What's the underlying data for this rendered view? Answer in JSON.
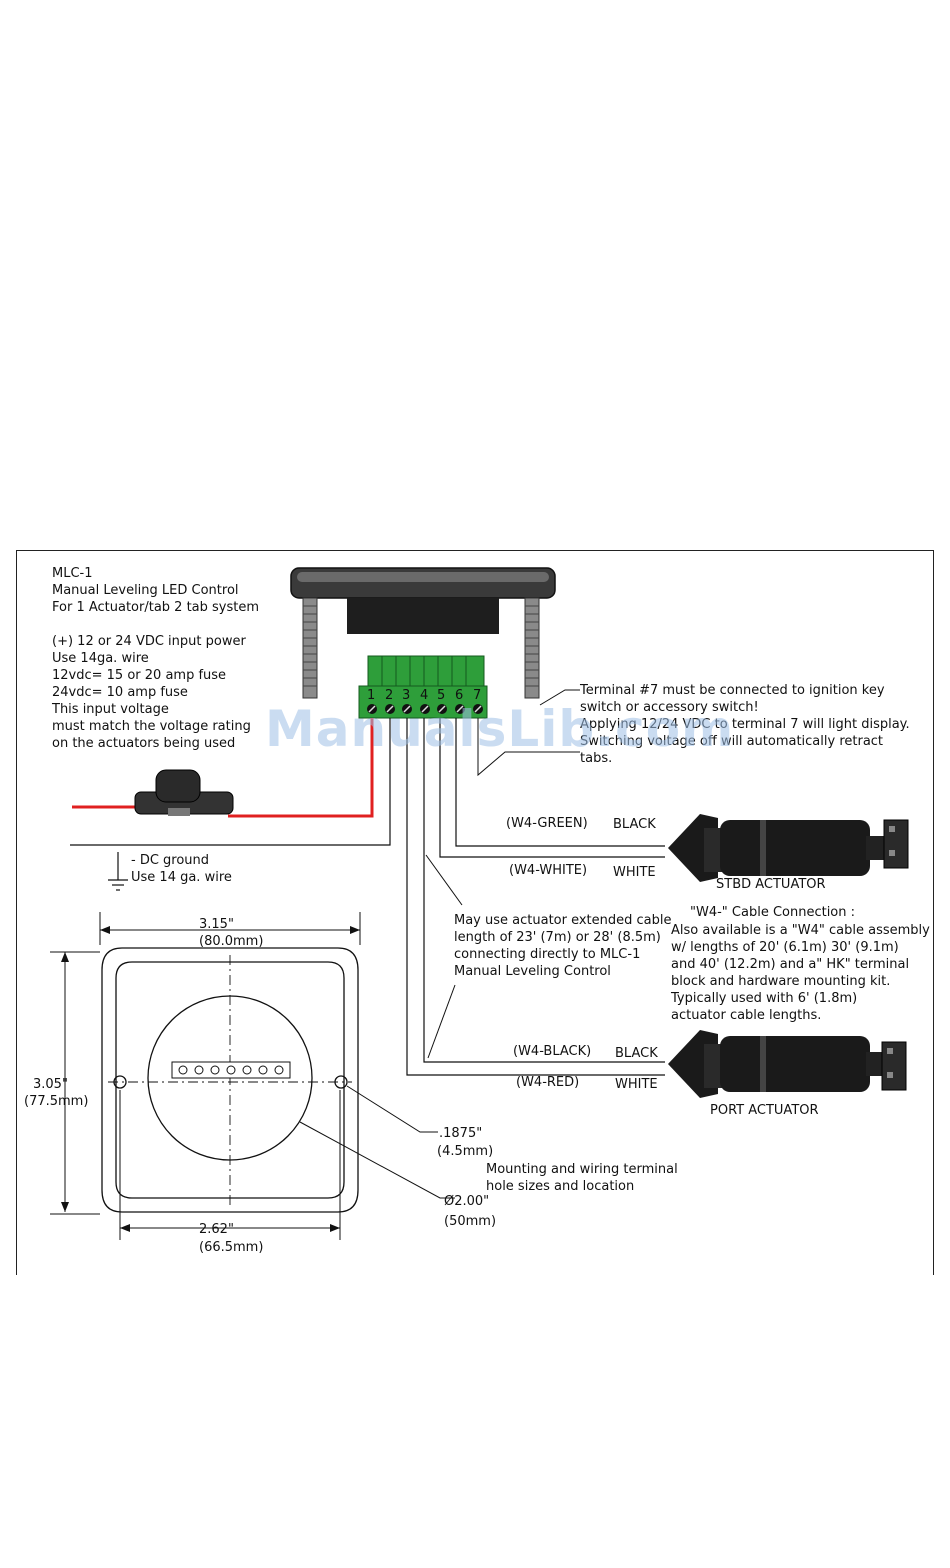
{
  "watermark": "ManualsLib.com",
  "title_block": {
    "lines": [
      "MLC-1",
      "Manual Leveling LED Control",
      "For 1 Actuator/tab 2 tab system"
    ]
  },
  "power_block": {
    "lines": [
      "(+) 12 or 24 VDC input power",
      "Use 14ga. wire",
      "12vdc= 15 or 20 amp fuse",
      "24vdc= 10 amp fuse",
      "This input voltage",
      "must match the voltage rating",
      "on the actuators being used"
    ]
  },
  "ground_block": {
    "lines": [
      "- DC ground",
      "Use 14 ga. wire"
    ]
  },
  "terminal_note": {
    "lines": [
      "Terminal #7 must be connected to ignition key",
      "switch or accessory switch!",
      "Applying 12/24 VDC to terminal 7 will light display.",
      "Switching voltage off will automatically retract",
      "tabs."
    ]
  },
  "terminals": [
    "1",
    "2",
    "3",
    "4",
    "5",
    "6",
    "7"
  ],
  "stbd": {
    "wire1_code": "(W4-GREEN)",
    "wire1_color": "BLACK",
    "wire2_code": "(W4-WHITE)",
    "wire2_color": "WHITE",
    "label": "STBD ACTUATOR"
  },
  "port": {
    "wire1_code": "(W4-BLACK)",
    "wire1_color": "BLACK",
    "wire2_code": "(W4-RED)",
    "wire2_color": "WHITE",
    "label": "PORT ACTUATOR"
  },
  "cable_note": {
    "lines": [
      "May use actuator extended  cable",
      "length of 23' (7m) or 28' (8.5m)",
      "connecting directly to MLC-1",
      "Manual Leveling Control"
    ]
  },
  "w4_block": {
    "heading": "\"W4-\"  Cable Connection :",
    "lines": [
      "Also available is a \"W4\" cable assembly",
      "w/ lengths of 20' (6.1m) 30' (9.1m)",
      "and 40' (12.2m) and a\" HK\" terminal",
      "block and hardware mounting kit.",
      " Typically used with 6' (1.8m)",
      "actuator cable lengths."
    ]
  },
  "dimensions": {
    "width_in": "3.15\"",
    "width_mm": "(80.0mm)",
    "height_in": "3.05\"",
    "height_mm": "(77.5mm)",
    "hole_spacing_in": "2.62\"",
    "hole_spacing_mm": "(66.5mm)",
    "hole_dia_in": ".1875\"",
    "hole_dia_mm": "(4.5mm)",
    "cutout_in": "Ø2.00\"",
    "cutout_mm": "(50mm)",
    "mounting_note": [
      "Mounting and wiring terminal",
      "hole sizes and location"
    ]
  },
  "colors": {
    "power_wire": "#e02020",
    "terminal_block": "#2e9e3a",
    "line": "#111111",
    "actuator": "#1a1a1a"
  }
}
